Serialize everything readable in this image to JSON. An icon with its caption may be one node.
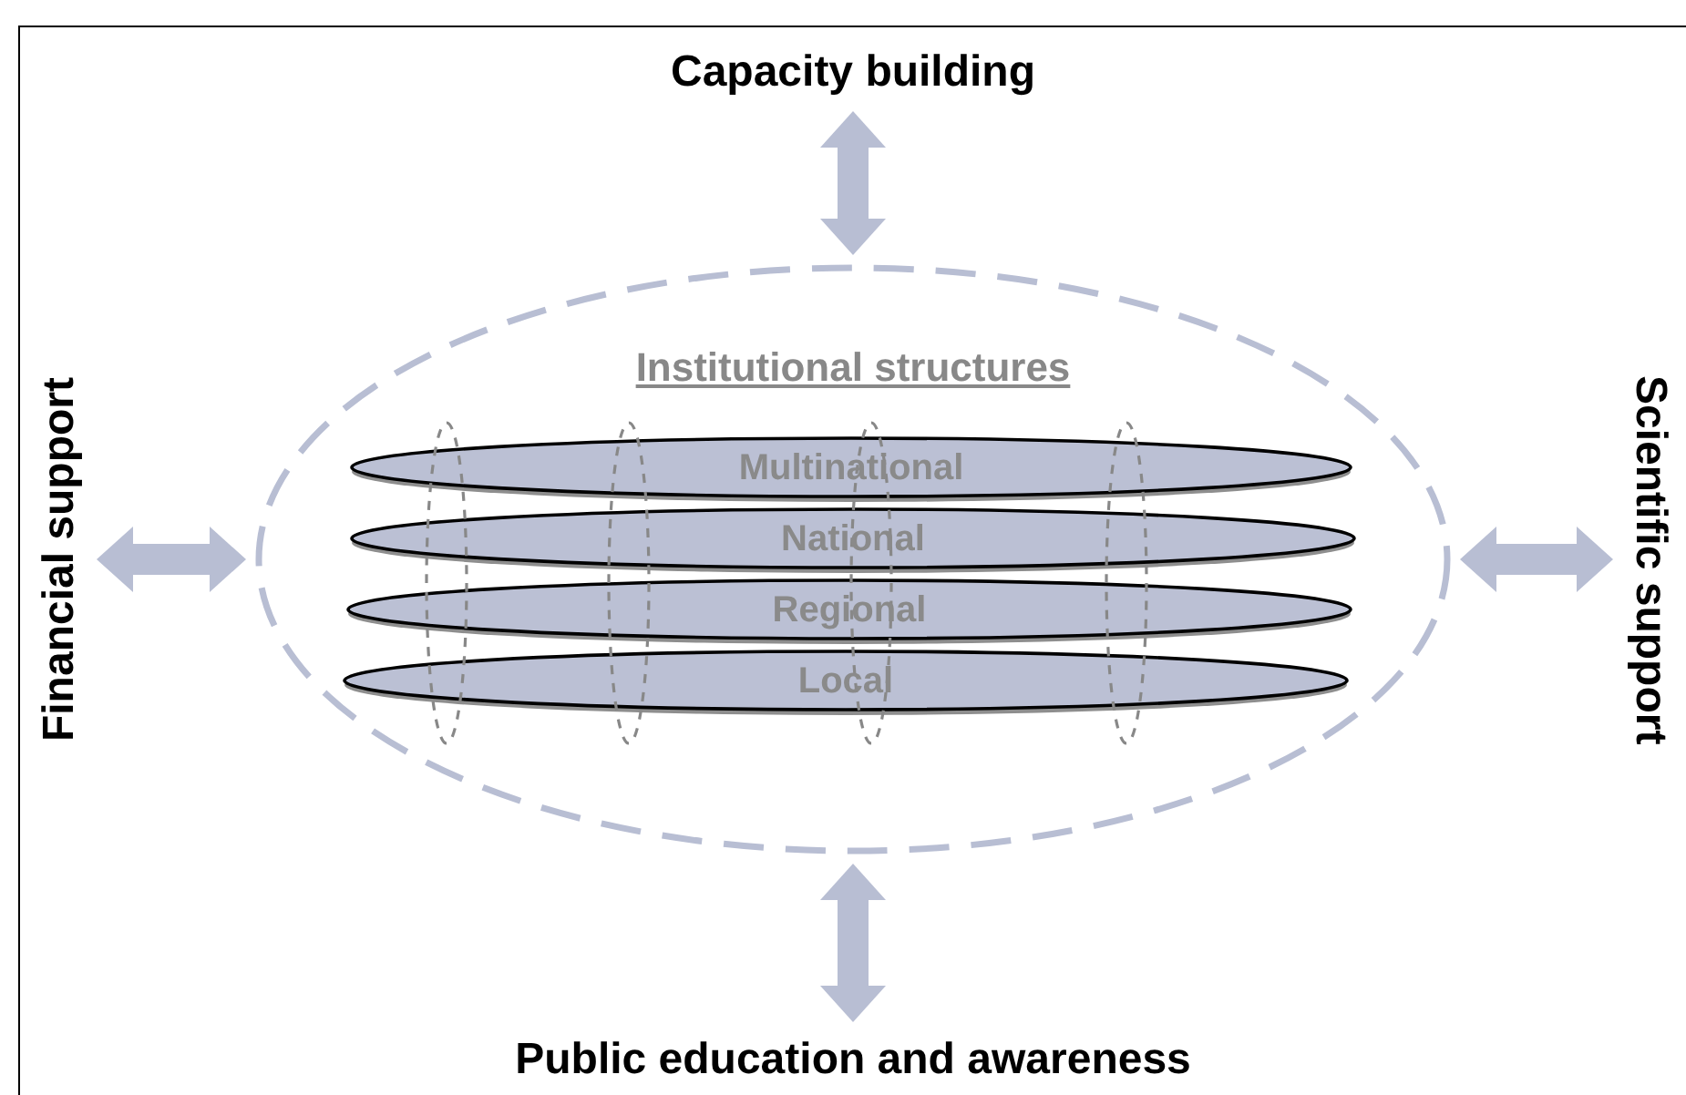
{
  "diagram": {
    "nodes": [
      {
        "text": [
          "Institutional structures"
        ]
      },
      {
        "text": [
          "Multinational"
        ],
        "in": 0
      },
      {
        "text": [
          "National"
        ],
        "in": 0
      },
      {
        "text": [
          "Regional"
        ],
        "in": 0
      },
      {
        "text": [
          "Local"
        ],
        "in": 0
      },
      {
        "text": [
          "Capacity building"
        ]
      },
      {
        "text": [
          "Financial support"
        ]
      },
      {
        "text": [
          "Scientific support"
        ]
      },
      {
        "text": [
          "Public education and awareness"
        ]
      }
    ],
    "edges": [
      {
        "from": 5,
        "to": 0,
        "arrow": "both"
      },
      {
        "from": 6,
        "to": 0,
        "arrow": "both"
      },
      {
        "from": 0,
        "to": 7,
        "arrow": "both"
      },
      {
        "from": 0,
        "to": 8,
        "arrow": "both"
      }
    ]
  }
}
